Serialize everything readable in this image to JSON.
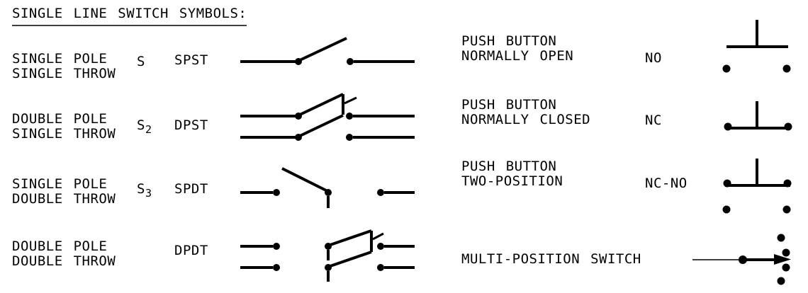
{
  "title": "SINGLE LINE SWITCH SYMBOLS:",
  "colors": {
    "ink": "#000000",
    "underline": "#3f3f3f",
    "background": "#ffffff"
  },
  "left_rows": [
    {
      "line1": "SINGLE POLE",
      "line2": "SINGLE THROW",
      "designator_base": "S",
      "designator_sub": "",
      "abbreviation": "SPST",
      "symbol": "spst-switch"
    },
    {
      "line1": "DOUBLE POLE",
      "line2": "SINGLE THROW",
      "designator_base": "S",
      "designator_sub": "2",
      "abbreviation": "DPST",
      "symbol": "dpst-switch"
    },
    {
      "line1": "SINGLE POLE",
      "line2": "DOUBLE THROW",
      "designator_base": "S",
      "designator_sub": "3",
      "abbreviation": "SPDT",
      "symbol": "spdt-switch"
    },
    {
      "line1": "DOUBLE POLE",
      "line2": "DOUBLE THROW",
      "designator_base": "",
      "designator_sub": "",
      "abbreviation": "DPDT",
      "symbol": "dpdt-switch"
    }
  ],
  "right_rows": [
    {
      "line1": "PUSH BUTTON",
      "line2": "NORMALLY OPEN",
      "code": "NO",
      "symbol": "push-button-normally-open"
    },
    {
      "line1": "PUSH BUTTON",
      "line2": "NORMALLY CLOSED",
      "code": "NC",
      "symbol": "push-button-normally-closed"
    },
    {
      "line1": "PUSH BUTTON",
      "line2": "TWO-POSITION",
      "code": "NC-NO",
      "symbol": "push-button-two-position"
    },
    {
      "line1": "MULTI-POSITION SWITCH",
      "line2": "",
      "code": "",
      "symbol": "multi-position-switch"
    }
  ]
}
